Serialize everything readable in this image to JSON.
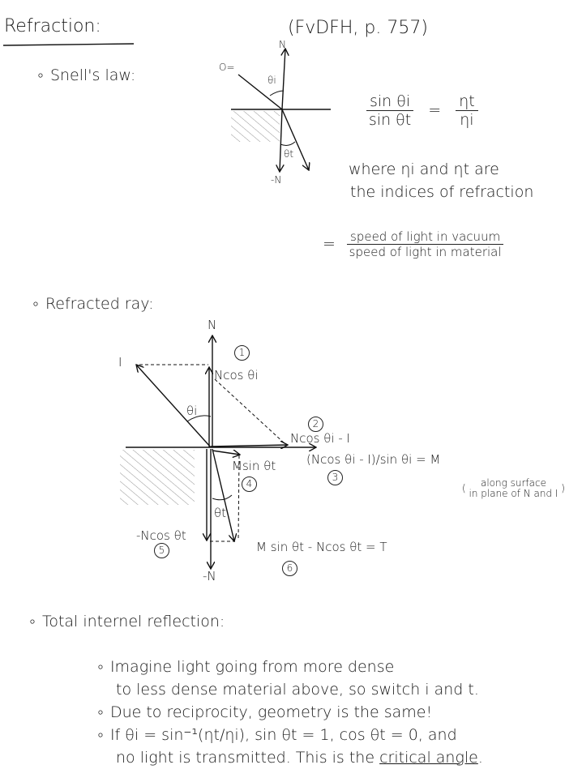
{
  "title": "Refraction:",
  "source": "(FvDFH, p. 757)",
  "snell": {
    "heading": "Snell's law:",
    "diagram": {
      "normal": "N",
      "neg_normal": "-N",
      "theta_i": "θi",
      "theta_t": "θt",
      "light_source": "O="
    },
    "formula_num_left": "sin θi",
    "formula_den_left": "sin θt",
    "formula_eq": "=",
    "formula_num_right": "ηt",
    "formula_den_right": "ηi",
    "where_line1": "where ηi and ηt are",
    "where_line2": "the indices of refraction",
    "ratio_eq": "=",
    "ratio_num": "speed of light in vacuum",
    "ratio_den": "speed of light in material"
  },
  "refracted": {
    "heading": "Refracted ray:",
    "labels": {
      "N": "N",
      "I": "I",
      "theta_i": "θi",
      "theta_t": "θt",
      "step1": "1",
      "n_cos_i": "Ncos θi",
      "step2": "2",
      "n_cos_i_minus_i": "Ncos θi - I",
      "m_def": "(Ncos θi - I)/sin θi = M",
      "step3": "3",
      "along1": "along surface",
      "along2": "in plane of N and I",
      "m_sin_t": "Msin θt",
      "step4": "4",
      "neg_n_cos_t": "-Ncos θt",
      "step5": "5",
      "t_def": "M sin θt - Ncos θt = T",
      "step6": "6",
      "neg_N": "-N"
    }
  },
  "tir": {
    "heading": "Total internel reflection:",
    "bullet1_line1": "Imagine light going from more dense",
    "bullet1_line2": "to less dense material above, so switch i and t.",
    "bullet2": "Due to reciprocity, geometry is the same!",
    "bullet3_line1": "If θi = sin⁻¹(ηt/ηi), sin θt = 1, cos θt = 0, and",
    "bullet3_line2_a": "no light is transmitted. This is the",
    "bullet3_line2_b": "critical angle",
    "bullet3_line2_c": "."
  }
}
